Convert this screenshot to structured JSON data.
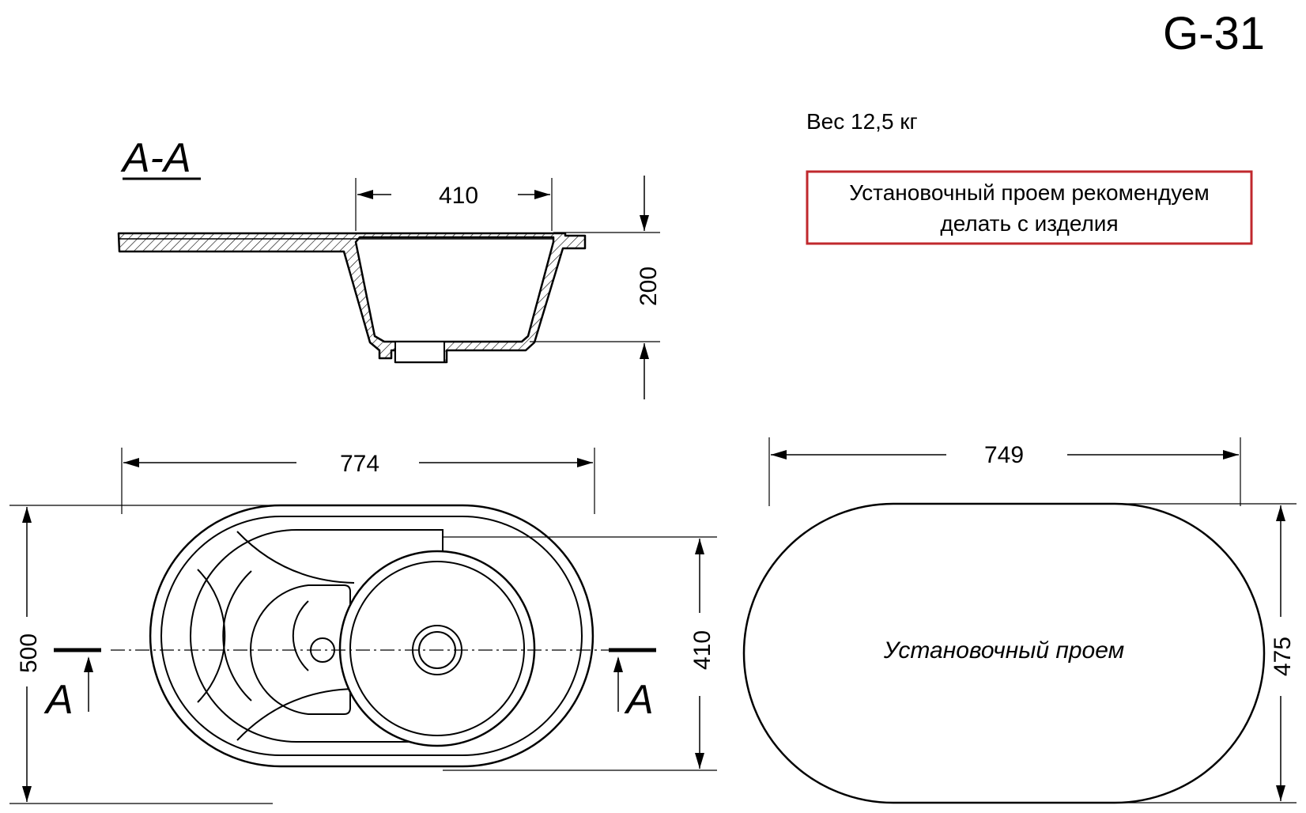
{
  "model": "G-31",
  "weight": "Вес 12,5 кг",
  "note_line1": "Установочный проем рекомендуем",
  "note_line2": "делать с изделия",
  "note_border_color": "#c0282d",
  "section_label": "A-A",
  "cut_marker_letter": "A",
  "section_view": {
    "dim_bowl_width": "410",
    "dim_depth": "200"
  },
  "top_view": {
    "dim_width": "774",
    "dim_height": "500",
    "dim_bowl": "410"
  },
  "cutout_view": {
    "label": "Установочный проем",
    "dim_width": "749",
    "dim_height": "475"
  }
}
